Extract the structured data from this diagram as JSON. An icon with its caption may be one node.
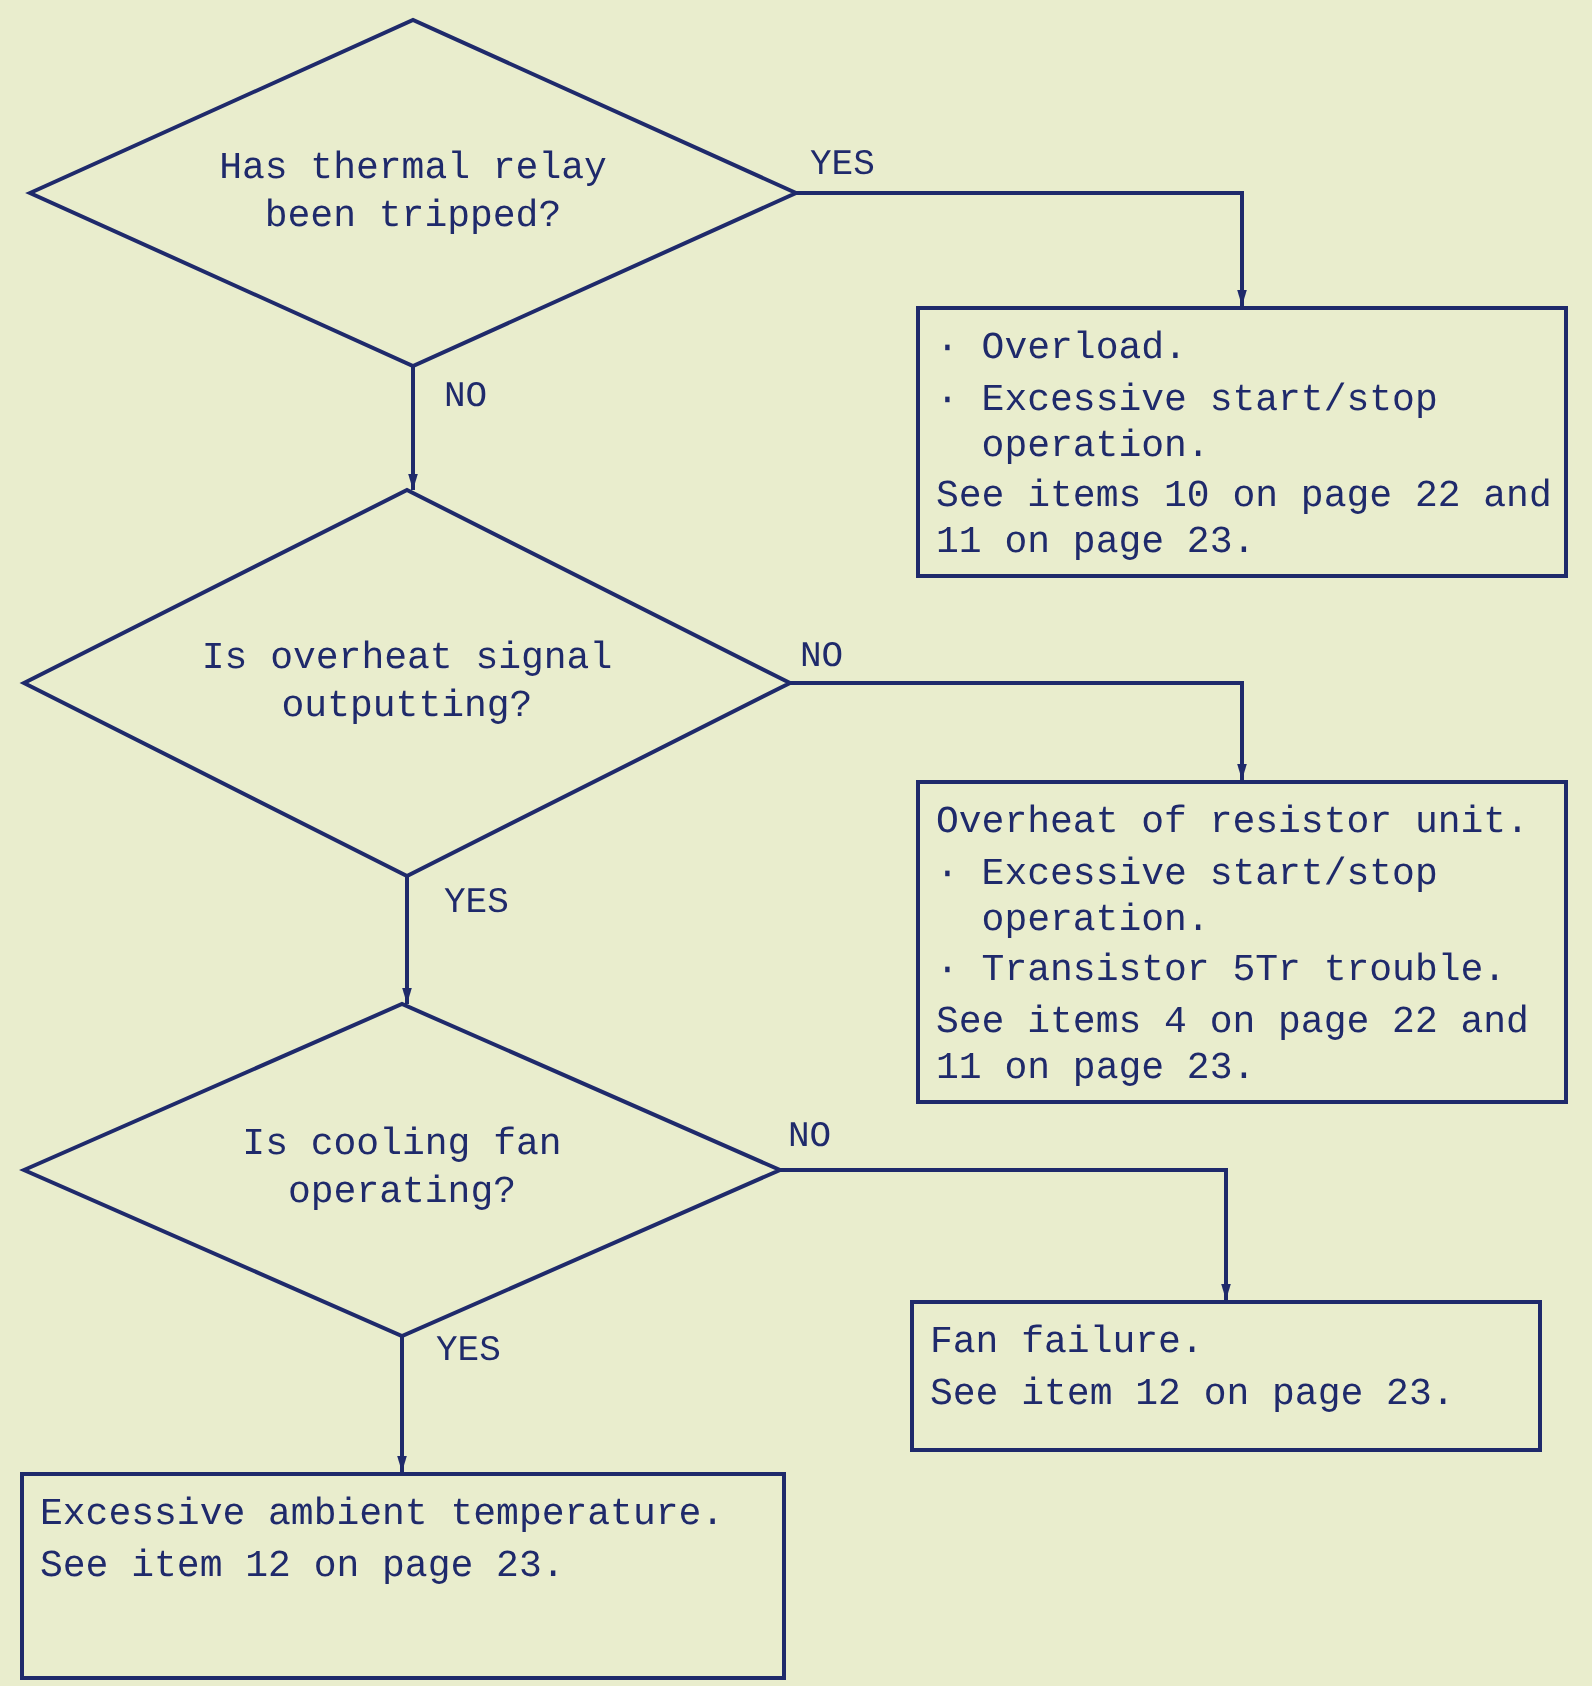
{
  "diagram": {
    "nodes": [
      {
        "text": [
          "Has thermal relay been tripped?"
        ]
      },
      {
        "text": [
          "· Overload.",
          "· Excessive start/stop operation.",
          "See items 10 on page 22 and 11 on page 23."
        ]
      },
      {
        "text": [
          "Is overheat signal outputting?"
        ]
      },
      {
        "text": [
          "Overheat of resistor unit.",
          "· Excessive start/stop operation.",
          "· Transistor 5Tr trouble.",
          "See items 4 on page 22 and 11 on page 23."
        ]
      },
      {
        "text": [
          "Is cooling fan operating?"
        ]
      },
      {
        "text": [
          "Fan failure.",
          "See item 12 on page 23."
        ]
      },
      {
        "text": [
          "Excessive ambient temperature.",
          "See item 12 on page 23."
        ]
      }
    ],
    "edges": [
      {
        "from": 0,
        "to": 1,
        "arrow": "to",
        "label": "YES"
      },
      {
        "from": 0,
        "to": 2,
        "arrow": "to",
        "label": "NO"
      },
      {
        "from": 2,
        "to": 3,
        "arrow": "to",
        "label": "NO"
      },
      {
        "from": 2,
        "to": 4,
        "arrow": "to",
        "label": "YES"
      },
      {
        "from": 4,
        "to": 5,
        "arrow": "to",
        "label": "NO"
      },
      {
        "from": 4,
        "to": 6,
        "arrow": "to",
        "label": "YES"
      }
    ]
  }
}
